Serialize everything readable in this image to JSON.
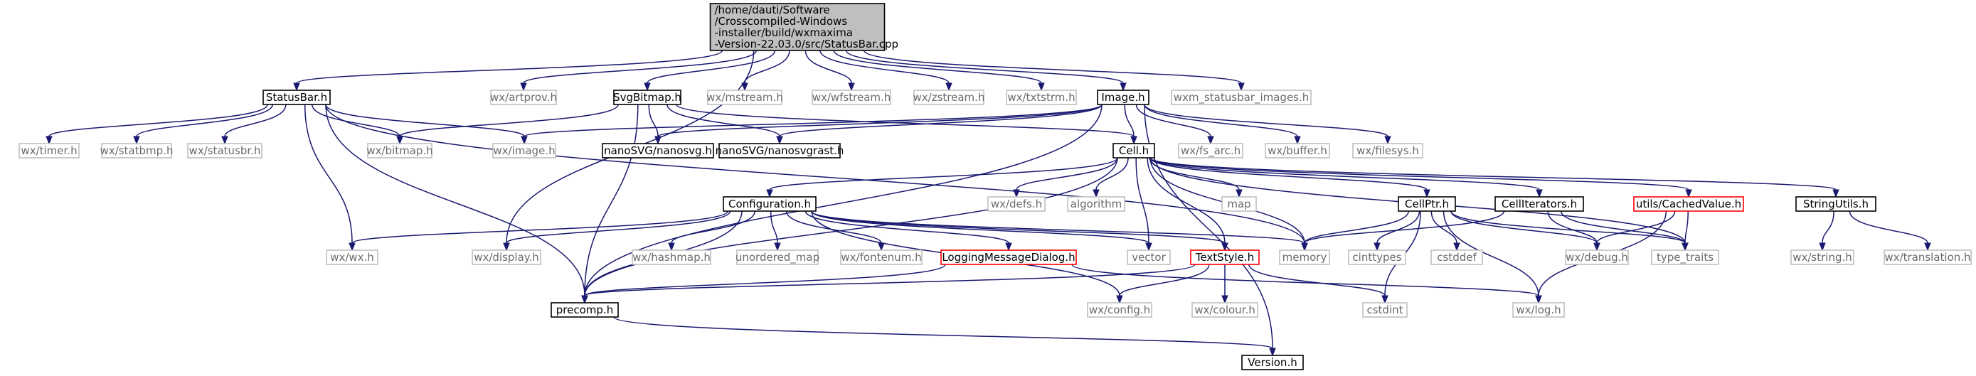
{
  "diagram": {
    "colors": {
      "root_fill": "#bfbfbf",
      "documented_border": "#000000",
      "external_border": "#bfbfbf",
      "incomplete_border": "#ff0000",
      "edge": "#191970",
      "external_text": "#6b6b6b"
    },
    "nodes": [
      {
        "id": "statusbar_cpp",
        "kind": "root",
        "lines": [
          "/home/dauti/Software",
          "/Crosscompiled-Windows",
          "-installer/build/wxmaxima",
          "-Version-22.03.0/src/StatusBar.cpp"
        ]
      },
      {
        "id": "statusbar_h",
        "kind": "doc",
        "lines": [
          "StatusBar.h"
        ]
      },
      {
        "id": "wx_artprov",
        "kind": "ext",
        "lines": [
          "wx/artprov.h"
        ]
      },
      {
        "id": "svgbitmap_h",
        "kind": "doc",
        "lines": [
          "SvgBitmap.h"
        ]
      },
      {
        "id": "wx_mstream",
        "kind": "ext",
        "lines": [
          "wx/mstream.h"
        ]
      },
      {
        "id": "wx_wfstream",
        "kind": "ext",
        "lines": [
          "wx/wfstream.h"
        ]
      },
      {
        "id": "wx_zstream",
        "kind": "ext",
        "lines": [
          "wx/zstream.h"
        ]
      },
      {
        "id": "wx_txtstrm",
        "kind": "ext",
        "lines": [
          "wx/txtstrm.h"
        ]
      },
      {
        "id": "image_h",
        "kind": "doc",
        "lines": [
          "Image.h"
        ]
      },
      {
        "id": "wxm_images",
        "kind": "ext",
        "lines": [
          "wxm_statusbar_images.h"
        ]
      },
      {
        "id": "wx_timer",
        "kind": "ext",
        "lines": [
          "wx/timer.h"
        ]
      },
      {
        "id": "wx_statbmp",
        "kind": "ext",
        "lines": [
          "wx/statbmp.h"
        ]
      },
      {
        "id": "wx_statusbr",
        "kind": "ext",
        "lines": [
          "wx/statusbr.h"
        ]
      },
      {
        "id": "wx_bitmap",
        "kind": "ext",
        "lines": [
          "wx/bitmap.h"
        ]
      },
      {
        "id": "wx_image",
        "kind": "ext",
        "lines": [
          "wx/image.h"
        ]
      },
      {
        "id": "nanosvg",
        "kind": "doc",
        "lines": [
          "nanoSVG/nanosvg.h"
        ]
      },
      {
        "id": "nanosvgrast",
        "kind": "doc",
        "lines": [
          "nanoSVG/nanosvgrast.h"
        ]
      },
      {
        "id": "cell_h",
        "kind": "doc",
        "lines": [
          "Cell.h"
        ]
      },
      {
        "id": "wx_fs_arc",
        "kind": "ext",
        "lines": [
          "wx/fs_arc.h"
        ]
      },
      {
        "id": "wx_buffer",
        "kind": "ext",
        "lines": [
          "wx/buffer.h"
        ]
      },
      {
        "id": "wx_filesys",
        "kind": "ext",
        "lines": [
          "wx/filesys.h"
        ]
      },
      {
        "id": "wx_defs",
        "kind": "ext",
        "lines": [
          "wx/defs.h"
        ]
      },
      {
        "id": "algorithm",
        "kind": "ext",
        "lines": [
          "algorithm"
        ]
      },
      {
        "id": "map",
        "kind": "ext",
        "lines": [
          "map"
        ]
      },
      {
        "id": "configuration_h",
        "kind": "doc",
        "lines": [
          "Configuration.h"
        ]
      },
      {
        "id": "cellptr_h",
        "kind": "doc",
        "lines": [
          "CellPtr.h"
        ]
      },
      {
        "id": "celliterators_h",
        "kind": "doc",
        "lines": [
          "CellIterators.h"
        ]
      },
      {
        "id": "cachedvalue_h",
        "kind": "incomplete",
        "lines": [
          "utils/CachedValue.h"
        ]
      },
      {
        "id": "stringutils_h",
        "kind": "doc",
        "lines": [
          "StringUtils.h"
        ]
      },
      {
        "id": "wx_wx",
        "kind": "ext",
        "lines": [
          "wx/wx.h"
        ]
      },
      {
        "id": "wx_display",
        "kind": "ext",
        "lines": [
          "wx/display.h"
        ]
      },
      {
        "id": "wx_hashmap",
        "kind": "ext",
        "lines": [
          "wx/hashmap.h"
        ]
      },
      {
        "id": "unordered_map",
        "kind": "ext",
        "lines": [
          "unordered_map"
        ]
      },
      {
        "id": "wx_fontenum",
        "kind": "ext",
        "lines": [
          "wx/fontenum.h"
        ]
      },
      {
        "id": "loggingdialog_h",
        "kind": "incomplete",
        "lines": [
          "LoggingMessageDialog.h"
        ]
      },
      {
        "id": "vector",
        "kind": "ext",
        "lines": [
          "vector"
        ]
      },
      {
        "id": "textstyle_h",
        "kind": "incomplete",
        "lines": [
          "TextStyle.h"
        ]
      },
      {
        "id": "memory",
        "kind": "ext",
        "lines": [
          "memory"
        ]
      },
      {
        "id": "cinttypes",
        "kind": "ext",
        "lines": [
          "cinttypes"
        ]
      },
      {
        "id": "cstddef",
        "kind": "ext",
        "lines": [
          "cstddef"
        ]
      },
      {
        "id": "wx_debug",
        "kind": "ext",
        "lines": [
          "wx/debug.h"
        ]
      },
      {
        "id": "type_traits",
        "kind": "ext",
        "lines": [
          "type_traits"
        ]
      },
      {
        "id": "wx_string",
        "kind": "ext",
        "lines": [
          "wx/string.h"
        ]
      },
      {
        "id": "wx_translation",
        "kind": "ext",
        "lines": [
          "wx/translation.h"
        ]
      },
      {
        "id": "precomp_h",
        "kind": "doc",
        "lines": [
          "precomp.h"
        ]
      },
      {
        "id": "wx_config",
        "kind": "ext",
        "lines": [
          "wx/config.h"
        ]
      },
      {
        "id": "wx_colour",
        "kind": "ext",
        "lines": [
          "wx/colour.h"
        ]
      },
      {
        "id": "cstdint",
        "kind": "ext",
        "lines": [
          "cstdint"
        ]
      },
      {
        "id": "wx_log",
        "kind": "ext",
        "lines": [
          "wx/log.h"
        ]
      },
      {
        "id": "version_h",
        "kind": "doc",
        "lines": [
          "Version.h"
        ]
      }
    ],
    "edges": [
      [
        "statusbar_cpp",
        "statusbar_h"
      ],
      [
        "statusbar_cpp",
        "wx_artprov"
      ],
      [
        "statusbar_cpp",
        "svgbitmap_h"
      ],
      [
        "statusbar_cpp",
        "wx_mstream"
      ],
      [
        "statusbar_cpp",
        "wx_wfstream"
      ],
      [
        "statusbar_cpp",
        "wx_zstream"
      ],
      [
        "statusbar_cpp",
        "wx_txtstrm"
      ],
      [
        "statusbar_cpp",
        "image_h"
      ],
      [
        "statusbar_cpp",
        "wxm_images"
      ],
      [
        "statusbar_cpp",
        "wx_display"
      ],
      [
        "statusbar_h",
        "wx_timer"
      ],
      [
        "statusbar_h",
        "wx_statbmp"
      ],
      [
        "statusbar_h",
        "wx_statusbr"
      ],
      [
        "statusbar_h",
        "wx_bitmap"
      ],
      [
        "statusbar_h",
        "wx_image"
      ],
      [
        "statusbar_h",
        "wx_wx"
      ],
      [
        "statusbar_h",
        "memory"
      ],
      [
        "statusbar_h",
        "precomp_h"
      ],
      [
        "svgbitmap_h",
        "wx_bitmap"
      ],
      [
        "svgbitmap_h",
        "nanosvg"
      ],
      [
        "svgbitmap_h",
        "nanosvgrast"
      ],
      [
        "svgbitmap_h",
        "cell_h"
      ],
      [
        "svgbitmap_h",
        "precomp_h"
      ],
      [
        "image_h",
        "wx_image"
      ],
      [
        "image_h",
        "nanosvg"
      ],
      [
        "image_h",
        "nanosvgrast"
      ],
      [
        "image_h",
        "cell_h"
      ],
      [
        "image_h",
        "wx_fs_arc"
      ],
      [
        "image_h",
        "wx_buffer"
      ],
      [
        "image_h",
        "wx_filesys"
      ],
      [
        "image_h",
        "version_h"
      ],
      [
        "image_h",
        "precomp_h"
      ],
      [
        "cell_h",
        "wx_defs"
      ],
      [
        "cell_h",
        "algorithm"
      ],
      [
        "cell_h",
        "map"
      ],
      [
        "cell_h",
        "configuration_h"
      ],
      [
        "cell_h",
        "cellptr_h"
      ],
      [
        "cell_h",
        "celliterators_h"
      ],
      [
        "cell_h",
        "cachedvalue_h"
      ],
      [
        "cell_h",
        "stringutils_h"
      ],
      [
        "cell_h",
        "vector"
      ],
      [
        "cell_h",
        "textstyle_h"
      ],
      [
        "cell_h",
        "memory"
      ],
      [
        "cell_h",
        "type_traits"
      ],
      [
        "cell_h",
        "precomp_h"
      ],
      [
        "configuration_h",
        "wx_wx"
      ],
      [
        "configuration_h",
        "wx_display"
      ],
      [
        "configuration_h",
        "wx_hashmap"
      ],
      [
        "configuration_h",
        "unordered_map"
      ],
      [
        "configuration_h",
        "wx_fontenum"
      ],
      [
        "configuration_h",
        "loggingdialog_h"
      ],
      [
        "configuration_h",
        "vector"
      ],
      [
        "configuration_h",
        "textstyle_h"
      ],
      [
        "configuration_h",
        "memory"
      ],
      [
        "configuration_h",
        "wx_config"
      ],
      [
        "configuration_h",
        "precomp_h"
      ],
      [
        "loggingdialog_h",
        "precomp_h"
      ],
      [
        "loggingdialog_h",
        "wx_log"
      ],
      [
        "textstyle_h",
        "wx_config"
      ],
      [
        "textstyle_h",
        "wx_colour"
      ],
      [
        "textstyle_h",
        "cstdint"
      ],
      [
        "textstyle_h",
        "precomp_h"
      ],
      [
        "cellptr_h",
        "memory"
      ],
      [
        "cellptr_h",
        "cinttypes"
      ],
      [
        "cellptr_h",
        "cstddef"
      ],
      [
        "cellptr_h",
        "wx_debug"
      ],
      [
        "cellptr_h",
        "type_traits"
      ],
      [
        "cellptr_h",
        "cstdint"
      ],
      [
        "cellptr_h",
        "wx_log"
      ],
      [
        "celliterators_h",
        "memory"
      ],
      [
        "celliterators_h",
        "wx_debug"
      ],
      [
        "celliterators_h",
        "type_traits"
      ],
      [
        "cachedvalue_h",
        "wx_debug"
      ],
      [
        "cachedvalue_h",
        "type_traits"
      ],
      [
        "cachedvalue_h",
        "wx_log"
      ],
      [
        "stringutils_h",
        "wx_string"
      ],
      [
        "stringutils_h",
        "wx_translation"
      ],
      [
        "precomp_h",
        "version_h"
      ]
    ]
  }
}
